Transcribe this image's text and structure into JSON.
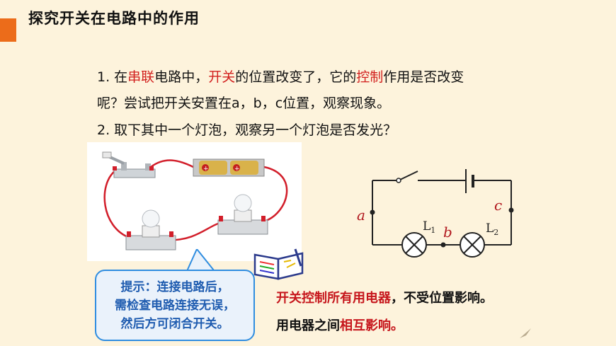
{
  "title": "探究开关在电路中的作用",
  "questions": {
    "q1_prefix": "1. 在",
    "q1_kw1": "串联",
    "q1_mid1": "电路中，",
    "q1_kw2": "开关",
    "q1_mid2": "的位置改变了，它的",
    "q1_kw3": "控制",
    "q1_end": "作用是否改变",
    "q1_line2": "呢？尝试把开关安置在a，b，c位置，观察现象。",
    "q2": "2. 取下其中一个灯泡，观察另一个灯泡是否发光？"
  },
  "hint": {
    "line1": "提示：连接电路后，",
    "line2": "需检查电路连接无误，",
    "line3": "然后方可闭合开关。"
  },
  "conclusions": {
    "c1_kw": "开关控制所有用电器",
    "c1_rest": "，不受位置影响。",
    "c2_prefix": "用电器之间",
    "c2_kw": "相互影响。"
  },
  "diagram": {
    "label_a": "a",
    "label_b": "b",
    "label_c": "c",
    "label_L1": "L",
    "label_L1_sub": "1",
    "label_L2": "L",
    "label_L2_sub": "2"
  },
  "colors": {
    "accent": "#ec6c1a",
    "keyword_red": "#d2201e",
    "hint_blue": "#2f8de0"
  }
}
